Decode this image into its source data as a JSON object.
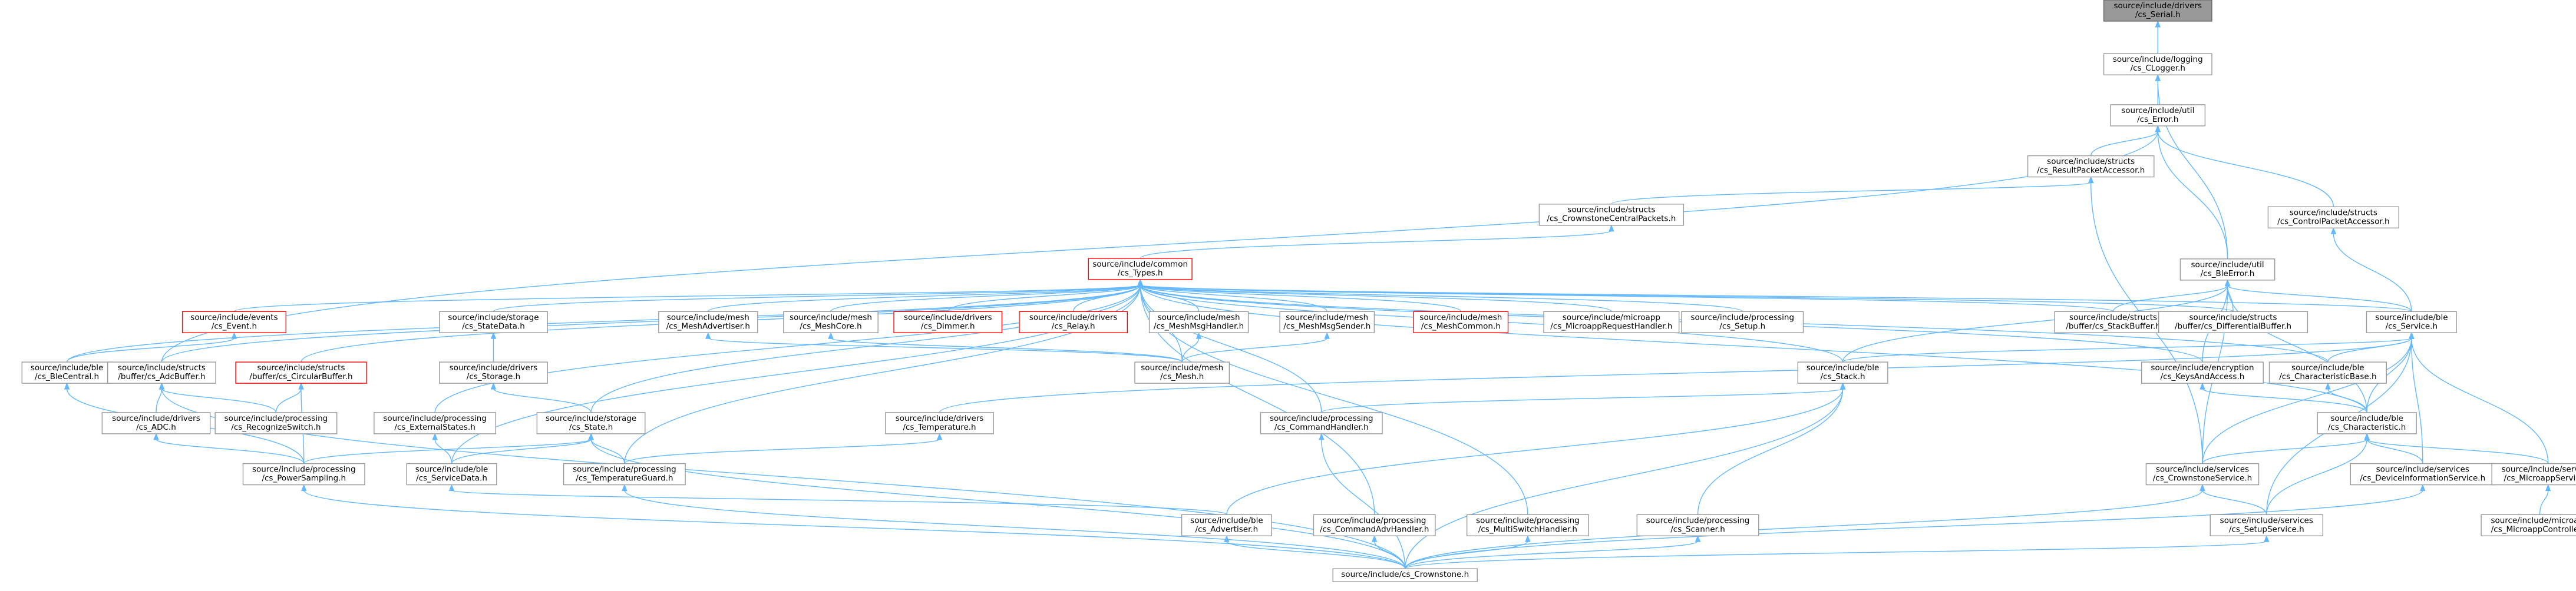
{
  "colors": {
    "node_fill": "#ffffff",
    "node_border": "#999999",
    "highlight_fill": "#999999",
    "highlight_border": "#666666",
    "warn_border": "#ff0000",
    "warn_text": "#ff0000",
    "edge": "#63b8ff"
  },
  "nodes": [
    {
      "id": "serial",
      "l1": "source/include/drivers",
      "l2": "/cs_Serial.h",
      "kind": "highlight"
    },
    {
      "id": "logger",
      "l1": "source/include/logging",
      "l2": "/cs_CLogger.h",
      "kind": "normal"
    },
    {
      "id": "error",
      "l1": "source/include/util",
      "l2": "/cs_Error.h",
      "kind": "normal"
    },
    {
      "id": "resultpkt",
      "l1": "source/include/structs",
      "l2": "/cs_ResultPacketAccessor.h",
      "kind": "normal"
    },
    {
      "id": "ctrlpkt",
      "l1": "source/include/structs",
      "l2": "/cs_ControlPacketAccessor.h",
      "kind": "normal"
    },
    {
      "id": "centralpkts",
      "l1": "source/include/structs",
      "l2": "/cs_CrownstoneCentralPackets.h",
      "kind": "normal"
    },
    {
      "id": "types",
      "l1": "source/include/common",
      "l2": "/cs_Types.h",
      "kind": "warn"
    },
    {
      "id": "bleerror",
      "l1": "source/include/util",
      "l2": "/cs_BleError.h",
      "kind": "normal"
    },
    {
      "id": "event",
      "l1": "source/include/events",
      "l2": "/cs_Event.h",
      "kind": "warn"
    },
    {
      "id": "statedata",
      "l1": "source/include/storage",
      "l2": "/cs_StateData.h",
      "kind": "normal"
    },
    {
      "id": "meshadv",
      "l1": "source/include/mesh",
      "l2": "/cs_MeshAdvertiser.h",
      "kind": "normal"
    },
    {
      "id": "meshcore",
      "l1": "source/include/mesh",
      "l2": "/cs_MeshCore.h",
      "kind": "normal"
    },
    {
      "id": "dimmer",
      "l1": "source/include/drivers",
      "l2": "/cs_Dimmer.h",
      "kind": "warn"
    },
    {
      "id": "relay",
      "l1": "source/include/drivers",
      "l2": "/cs_Relay.h",
      "kind": "warn"
    },
    {
      "id": "meshmsghandler",
      "l1": "source/include/mesh",
      "l2": "/cs_MeshMsgHandler.h",
      "kind": "normal"
    },
    {
      "id": "meshmsgsender",
      "l1": "source/include/mesh",
      "l2": "/cs_MeshMsgSender.h",
      "kind": "normal"
    },
    {
      "id": "meshcommon",
      "l1": "source/include/mesh",
      "l2": "/cs_MeshCommon.h",
      "kind": "warn"
    },
    {
      "id": "microreq",
      "l1": "source/include/microapp",
      "l2": "/cs_MicroappRequestHandler.h",
      "kind": "normal"
    },
    {
      "id": "setup",
      "l1": "source/include/processing",
      "l2": "/cs_Setup.h",
      "kind": "normal"
    },
    {
      "id": "stackbuf",
      "l1": "source/include/structs",
      "l2": "/buffer/cs_StackBuffer.h",
      "kind": "normal"
    },
    {
      "id": "diffbuf",
      "l1": "source/include/structs",
      "l2": "/buffer/cs_DifferentialBuffer.h",
      "kind": "normal"
    },
    {
      "id": "service",
      "l1": "source/include/ble",
      "l2": "/cs_Service.h",
      "kind": "normal"
    },
    {
      "id": "blecentral",
      "l1": "source/include/ble",
      "l2": "/cs_BleCentral.h",
      "kind": "normal"
    },
    {
      "id": "adcbuf",
      "l1": "source/include/structs",
      "l2": "/buffer/cs_AdcBuffer.h",
      "kind": "normal"
    },
    {
      "id": "circbuf",
      "l1": "source/include/structs",
      "l2": "/buffer/cs_CircularBuffer.h",
      "kind": "warn"
    },
    {
      "id": "storage",
      "l1": "source/include/drivers",
      "l2": "/cs_Storage.h",
      "kind": "normal"
    },
    {
      "id": "mesh",
      "l1": "source/include/mesh",
      "l2": "/cs_Mesh.h",
      "kind": "normal"
    },
    {
      "id": "stack",
      "l1": "source/include/ble",
      "l2": "/cs_Stack.h",
      "kind": "normal"
    },
    {
      "id": "keysaccess",
      "l1": "source/include/encryption",
      "l2": "/cs_KeysAndAccess.h",
      "kind": "normal"
    },
    {
      "id": "charbase",
      "l1": "source/include/ble",
      "l2": "/cs_CharacteristicBase.h",
      "kind": "normal"
    },
    {
      "id": "adc",
      "l1": "source/include/drivers",
      "l2": "/cs_ADC.h",
      "kind": "normal"
    },
    {
      "id": "recswitch",
      "l1": "source/include/processing",
      "l2": "/cs_RecognizeSwitch.h",
      "kind": "normal"
    },
    {
      "id": "extstates",
      "l1": "source/include/processing",
      "l2": "/cs_ExternalStates.h",
      "kind": "normal"
    },
    {
      "id": "state",
      "l1": "source/include/storage",
      "l2": "/cs_State.h",
      "kind": "normal"
    },
    {
      "id": "temperature",
      "l1": "source/include/drivers",
      "l2": "/cs_Temperature.h",
      "kind": "normal"
    },
    {
      "id": "cmdhandler",
      "l1": "source/include/processing",
      "l2": "/cs_CommandHandler.h",
      "kind": "normal"
    },
    {
      "id": "characteristic",
      "l1": "source/include/ble",
      "l2": "/cs_Characteristic.h",
      "kind": "normal"
    },
    {
      "id": "powersampling",
      "l1": "source/include/processing",
      "l2": "/cs_PowerSampling.h",
      "kind": "normal"
    },
    {
      "id": "servicedata",
      "l1": "source/include/ble",
      "l2": "/cs_ServiceData.h",
      "kind": "normal"
    },
    {
      "id": "tempguard",
      "l1": "source/include/processing",
      "l2": "/cs_TemperatureGuard.h",
      "kind": "normal"
    },
    {
      "id": "csservice",
      "l1": "source/include/services",
      "l2": "/cs_CrownstoneService.h",
      "kind": "normal"
    },
    {
      "id": "devinfo",
      "l1": "source/include/services",
      "l2": "/cs_DeviceInformationService.h",
      "kind": "normal"
    },
    {
      "id": "microservice",
      "l1": "source/include/services",
      "l2": "/cs_MicroappService.h",
      "kind": "normal"
    },
    {
      "id": "advertiser",
      "l1": "source/include/ble",
      "l2": "/cs_Advertiser.h",
      "kind": "normal"
    },
    {
      "id": "cmdadv",
      "l1": "source/include/processing",
      "l2": "/cs_CommandAdvHandler.h",
      "kind": "normal"
    },
    {
      "id": "multiswitch",
      "l1": "source/include/processing",
      "l2": "/cs_MultiSwitchHandler.h",
      "kind": "normal"
    },
    {
      "id": "scanner",
      "l1": "source/include/processing",
      "l2": "/cs_Scanner.h",
      "kind": "normal"
    },
    {
      "id": "setupservice",
      "l1": "source/include/services",
      "l2": "/cs_SetupService.h",
      "kind": "normal"
    },
    {
      "id": "microctrl",
      "l1": "source/include/microapp",
      "l2": "/cs_MicroappController.h",
      "kind": "normal"
    },
    {
      "id": "crownstone",
      "l1": "source/include/cs_Crownstone.h",
      "l2": "",
      "kind": "normal"
    }
  ],
  "edges": [
    [
      "serial",
      "logger"
    ],
    [
      "logger",
      "error"
    ],
    [
      "logger",
      "bleerror"
    ],
    [
      "error",
      "resultpkt"
    ],
    [
      "error",
      "ctrlpkt"
    ],
    [
      "error",
      "bleerror"
    ],
    [
      "error",
      "adcbuf"
    ],
    [
      "resultpkt",
      "centralpkts"
    ],
    [
      "resultpkt",
      "csservice"
    ],
    [
      "ctrlpkt",
      "service"
    ],
    [
      "centralpkts",
      "types"
    ],
    [
      "types",
      "blecentral"
    ],
    [
      "types",
      "event"
    ],
    [
      "types",
      "adcbuf"
    ],
    [
      "types",
      "circbuf"
    ],
    [
      "types",
      "statedata"
    ],
    [
      "types",
      "meshadv"
    ],
    [
      "types",
      "meshcore"
    ],
    [
      "types",
      "dimmer"
    ],
    [
      "types",
      "relay"
    ],
    [
      "types",
      "meshmsghandler"
    ],
    [
      "types",
      "meshmsgsender"
    ],
    [
      "types",
      "meshcommon"
    ],
    [
      "types",
      "microreq"
    ],
    [
      "types",
      "setup"
    ],
    [
      "types",
      "stackbuf"
    ],
    [
      "types",
      "diffbuf"
    ],
    [
      "types",
      "service"
    ],
    [
      "types",
      "stack"
    ],
    [
      "types",
      "keysaccess"
    ],
    [
      "types",
      "charbase"
    ],
    [
      "types",
      "characteristic"
    ],
    [
      "types",
      "extstates"
    ],
    [
      "types",
      "state"
    ],
    [
      "types",
      "tempguard"
    ],
    [
      "types",
      "cmdhandler"
    ],
    [
      "types",
      "mesh"
    ],
    [
      "types",
      "cmdadv"
    ],
    [
      "types",
      "multiswitch"
    ],
    [
      "types",
      "servicedata"
    ],
    [
      "bleerror",
      "stackbuf"
    ],
    [
      "bleerror",
      "diffbuf"
    ],
    [
      "bleerror",
      "stack"
    ],
    [
      "bleerror",
      "service"
    ],
    [
      "bleerror",
      "keysaccess"
    ],
    [
      "bleerror",
      "characteristic"
    ],
    [
      "bleerror",
      "csservice"
    ],
    [
      "event",
      "blecentral"
    ],
    [
      "statedata",
      "storage"
    ],
    [
      "storage",
      "state"
    ],
    [
      "meshadv",
      "mesh"
    ],
    [
      "meshcore",
      "mesh"
    ],
    [
      "meshmsghandler",
      "mesh"
    ],
    [
      "meshmsgsender",
      "mesh"
    ],
    [
      "service",
      "stack"
    ],
    [
      "service",
      "charbase"
    ],
    [
      "service",
      "characteristic"
    ],
    [
      "service",
      "csservice"
    ],
    [
      "service",
      "devinfo"
    ],
    [
      "service",
      "microservice"
    ],
    [
      "service",
      "setupservice"
    ],
    [
      "service",
      "temperature"
    ],
    [
      "blecentral",
      "powersampling"
    ],
    [
      "adcbuf",
      "adc"
    ],
    [
      "adcbuf",
      "recswitch"
    ],
    [
      "adcbuf",
      "crownstone"
    ],
    [
      "circbuf",
      "recswitch"
    ],
    [
      "circbuf",
      "powersampling"
    ],
    [
      "stack",
      "cmdhandler"
    ],
    [
      "stack",
      "advertiser"
    ],
    [
      "stack",
      "scanner"
    ],
    [
      "stack",
      "crownstone"
    ],
    [
      "keysaccess",
      "characteristic"
    ],
    [
      "charbase",
      "characteristic"
    ],
    [
      "adc",
      "powersampling"
    ],
    [
      "extstates",
      "servicedata"
    ],
    [
      "state",
      "powersampling"
    ],
    [
      "state",
      "servicedata"
    ],
    [
      "state",
      "tempguard"
    ],
    [
      "state",
      "crownstone"
    ],
    [
      "temperature",
      "tempguard"
    ],
    [
      "cmdhandler",
      "crownstone"
    ],
    [
      "characteristic",
      "csservice"
    ],
    [
      "characteristic",
      "devinfo"
    ],
    [
      "characteristic",
      "microservice"
    ],
    [
      "characteristic",
      "setupservice"
    ],
    [
      "powersampling",
      "crownstone"
    ],
    [
      "servicedata",
      "advertiser"
    ],
    [
      "tempguard",
      "crownstone"
    ],
    [
      "csservice",
      "setupservice"
    ],
    [
      "csservice",
      "crownstone"
    ],
    [
      "devinfo",
      "crownstone"
    ],
    [
      "microservice",
      "microctrl"
    ],
    [
      "advertiser",
      "crownstone"
    ],
    [
      "cmdadv",
      "crownstone"
    ],
    [
      "multiswitch",
      "crownstone"
    ],
    [
      "scanner",
      "crownstone"
    ],
    [
      "setupservice",
      "crownstone"
    ]
  ]
}
